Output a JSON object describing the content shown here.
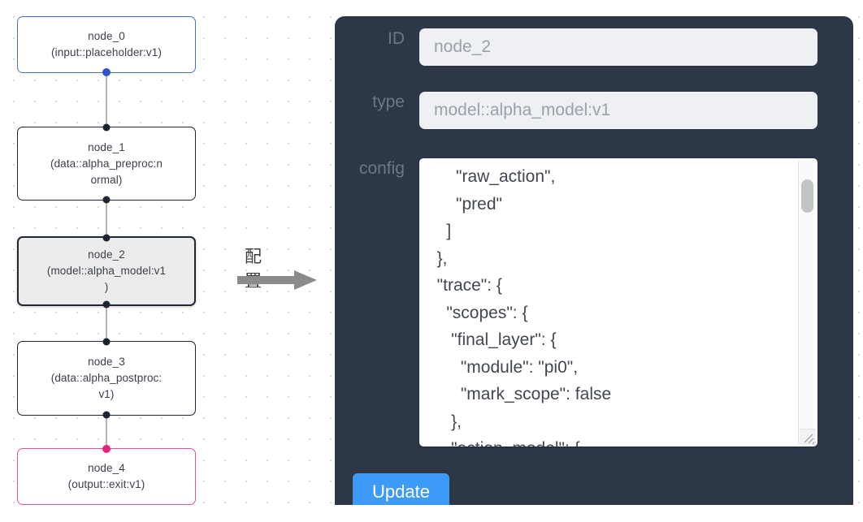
{
  "graph": {
    "nodes": [
      {
        "id": "node_0",
        "label": "node_0\n(input::placeholder:v1)",
        "variant": "input"
      },
      {
        "id": "node_1",
        "label": "node_1\n(data::alpha_preproc:n\normal)",
        "variant": "default"
      },
      {
        "id": "node_2",
        "label": "node_2\n(model::alpha_model:v1\n)",
        "variant": "selected"
      },
      {
        "id": "node_3",
        "label": "node_3\n(data::alpha_postproc:\nv1)",
        "variant": "default"
      },
      {
        "id": "node_4",
        "label": "node_4\n(output::exit:v1)",
        "variant": "output"
      }
    ],
    "colors": {
      "input_border": "#4a72c4",
      "output_border": "#e5509b",
      "default_border": "#1f2633",
      "selected_fill": "#ececec",
      "edge": "#b4b6bb",
      "handle": "#1d2330",
      "handle_input": "#2b54c8",
      "handle_output": "#e5237e"
    }
  },
  "annotation": {
    "label": "配置",
    "arrow_icon": "arrow-right-icon"
  },
  "panel": {
    "background": "#2d3748",
    "fields": [
      {
        "name": "id",
        "label": "ID",
        "value": "node_2"
      },
      {
        "name": "type",
        "label": "type",
        "value": "model::alpha_model:v1"
      },
      {
        "name": "config",
        "label": "config",
        "value": ""
      }
    ],
    "id_label": "ID",
    "id_value": "node_2",
    "type_label": "type",
    "type_value": "model::alpha_model:v1",
    "config_label": "config",
    "config_value": "      \"raw_action\",\n      \"pred\"\n    ]\n  },\n  \"trace\": {\n    \"scopes\": {\n     \"final_layer\": {\n       \"module\": \"pi0\",\n       \"mark_scope\": false\n     },\n     \"action_model\": {",
    "scrollbar": {
      "name": "vertical-scrollbar",
      "thumb_position": "top"
    },
    "resize_handle": "resize-grip-icon",
    "update_label": "Update",
    "update_color": "#3d9bf7"
  }
}
